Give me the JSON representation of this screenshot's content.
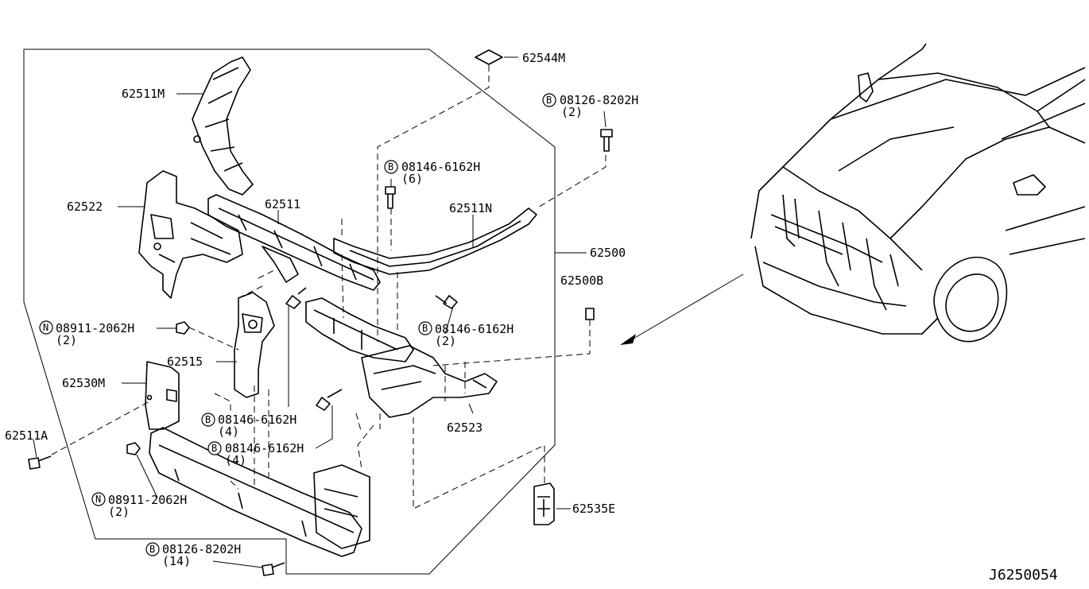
{
  "diagram": {
    "code": "J6250054",
    "labels": {
      "p62544M": "62544M",
      "p62511M": "62511M",
      "b08126_top": "08126-8202H",
      "b08126_top_qty": "(2)",
      "b08146_a": "08146-6162H",
      "b08146_a_qty": "(6)",
      "p62522": "62522",
      "p62511": "62511",
      "p62511N": "62511N",
      "p62500": "62500",
      "p62500B": "62500B",
      "n08911_a": "08911-2062H",
      "n08911_a_qty": "(2)",
      "b08146_b": "08146-6162H",
      "b08146_b_qty": "(2)",
      "p62515": "62515",
      "p62530M": "62530M",
      "b08146_c": "08146-6162H",
      "b08146_c_qty": "(4)",
      "b08146_d": "08146-6162H",
      "b08146_d_qty": "(4)",
      "p62523": "62523",
      "p62511A": "62511A",
      "n08911_b": "08911-2062H",
      "n08911_b_qty": "(2)",
      "p62535E": "62535E",
      "b08126_bot": "08126-8202H",
      "b08126_bot_qty": "(14)"
    },
    "symbols": {
      "bolt": "B",
      "nut": "N"
    }
  }
}
